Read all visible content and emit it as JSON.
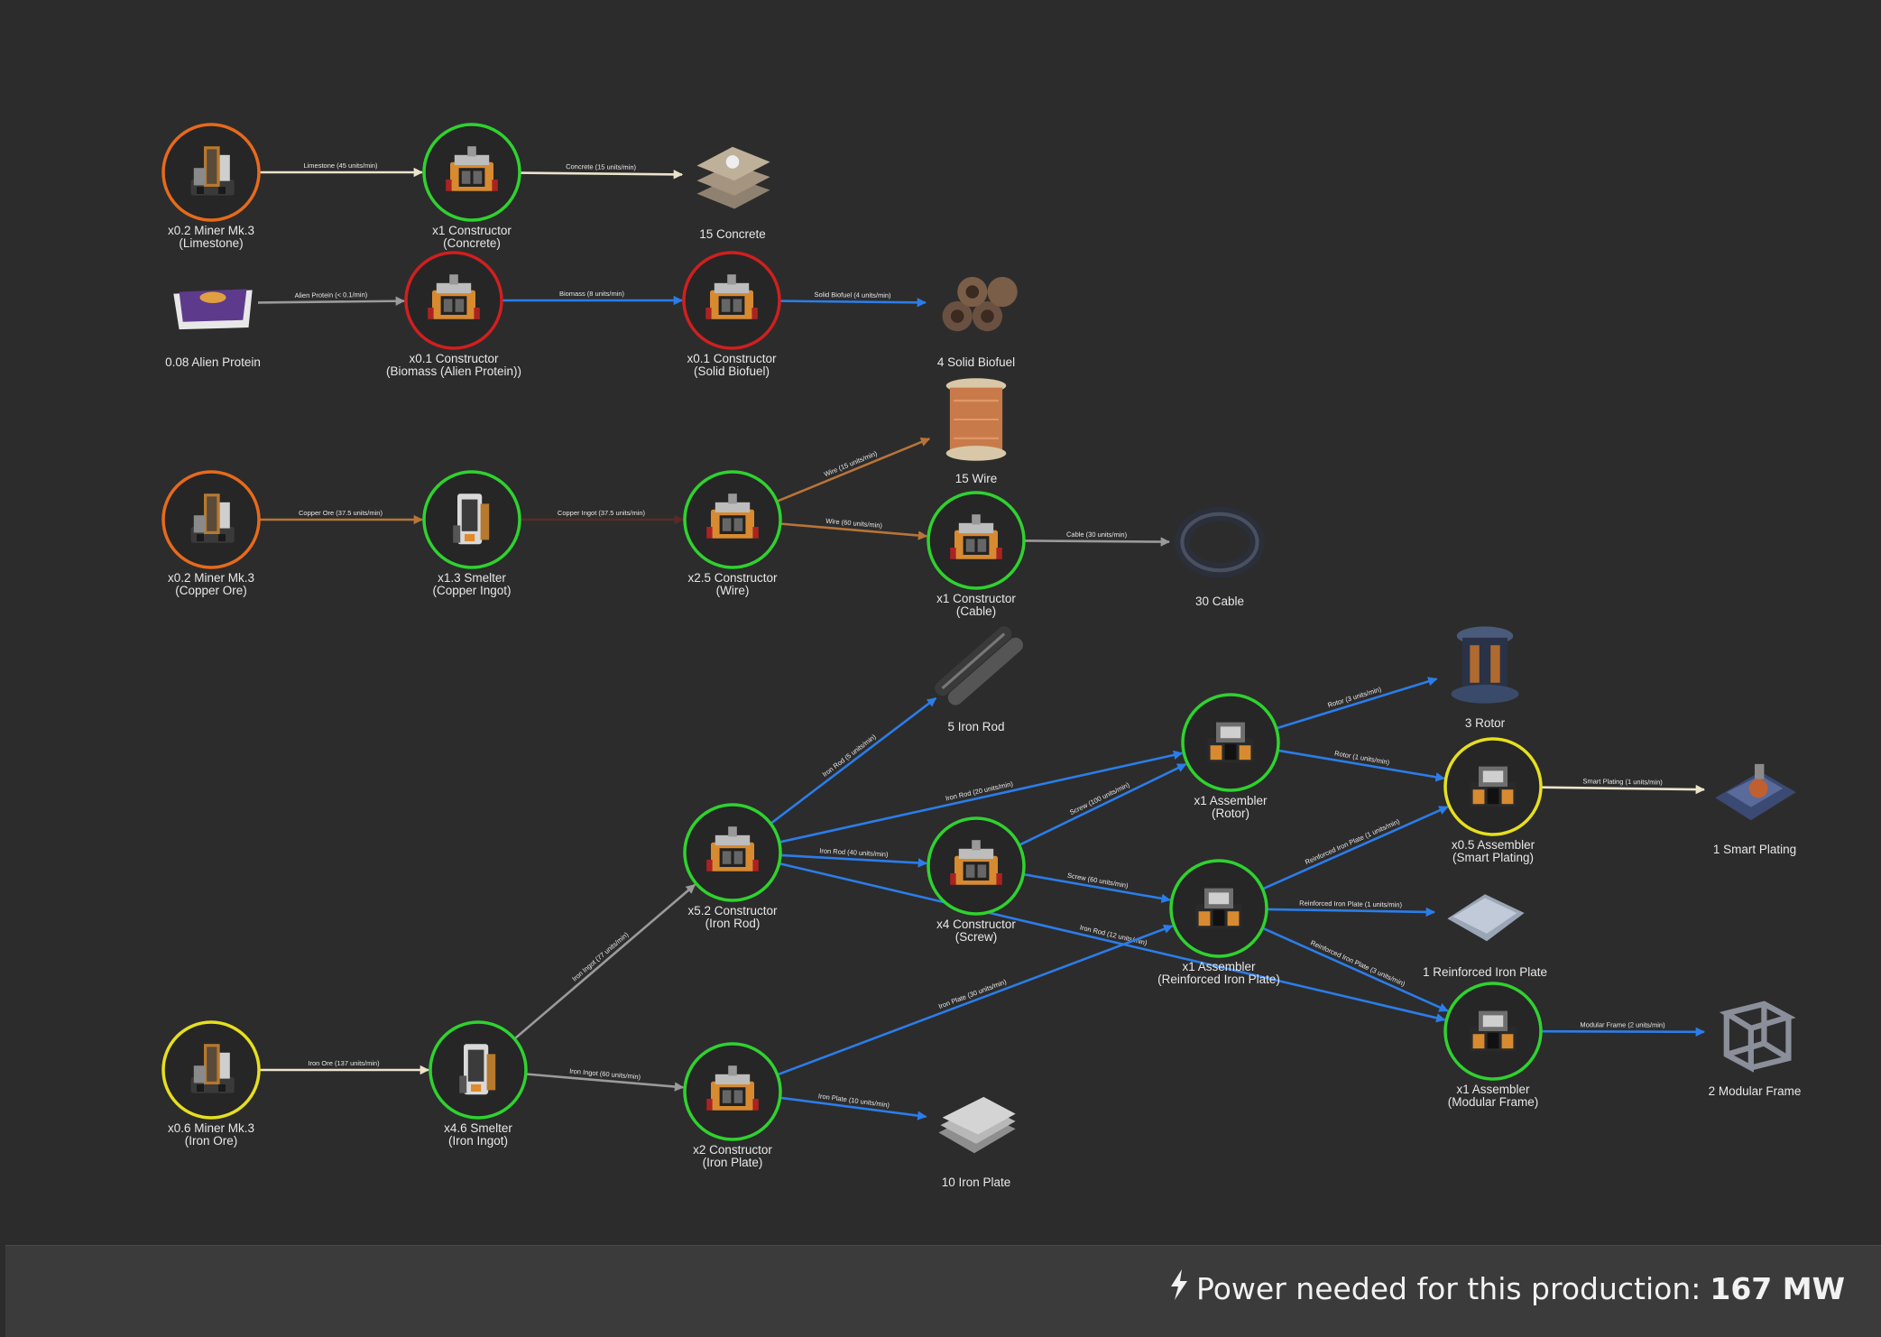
{
  "colors": {
    "green": "#2fd22f",
    "orange": "#e76a1c",
    "red": "#d01f1f",
    "yellow": "#e6df1e",
    "blue": "#2b7de9",
    "brown": "#b87438",
    "darkred": "#5e2a25",
    "gray": "#9a9a9a",
    "cream": "#ebe3cc"
  },
  "footer": {
    "label": "Power needed for this production:",
    "value": "167 MW",
    "icon": "lightning-bolt-icon"
  },
  "nodes": [
    {
      "id": "miner_lime",
      "type": "building",
      "ring": "orange",
      "icon": "miner-icon",
      "l1": "x0.2 Miner Mk.3",
      "l2": "(Limestone)"
    },
    {
      "id": "con_concrete",
      "type": "building",
      "ring": "green",
      "icon": "constructor-icon",
      "l1": "x1 Constructor",
      "l2": "(Concrete)"
    },
    {
      "id": "out_concrete",
      "type": "item",
      "icon": "concrete-icon",
      "l1": "15 Concrete"
    },
    {
      "id": "in_protein",
      "type": "item",
      "icon": "alien-protein-icon",
      "l1": "0.08 Alien Protein"
    },
    {
      "id": "con_biomass",
      "type": "building",
      "ring": "red",
      "icon": "constructor-icon",
      "l1": "x0.1 Constructor",
      "l2": "(Biomass (Alien Protein))"
    },
    {
      "id": "con_biofuel",
      "type": "building",
      "ring": "red",
      "icon": "constructor-icon",
      "l1": "x0.1 Constructor",
      "l2": "(Solid Biofuel)"
    },
    {
      "id": "out_biofuel",
      "type": "item",
      "icon": "solid-biofuel-icon",
      "l1": "4 Solid Biofuel"
    },
    {
      "id": "miner_copper",
      "type": "building",
      "ring": "orange",
      "icon": "miner-icon",
      "l1": "x0.2 Miner Mk.3",
      "l2": "(Copper Ore)"
    },
    {
      "id": "smelt_copper",
      "type": "building",
      "ring": "green",
      "icon": "smelter-icon",
      "l1": "x1.3 Smelter",
      "l2": "(Copper Ingot)"
    },
    {
      "id": "con_wire",
      "type": "building",
      "ring": "green",
      "icon": "constructor-icon",
      "l1": "x2.5 Constructor",
      "l2": "(Wire)"
    },
    {
      "id": "out_wire",
      "type": "item",
      "icon": "wire-spool-icon",
      "l1": "15 Wire"
    },
    {
      "id": "con_cable",
      "type": "building",
      "ring": "green",
      "icon": "constructor-icon",
      "l1": "x1 Constructor",
      "l2": "(Cable)"
    },
    {
      "id": "out_cable",
      "type": "item",
      "icon": "cable-coil-icon",
      "l1": "30 Cable"
    },
    {
      "id": "out_rod",
      "type": "item",
      "icon": "iron-rod-icon",
      "l1": "5 Iron Rod"
    },
    {
      "id": "out_rotor",
      "type": "item",
      "icon": "rotor-icon",
      "l1": "3 Rotor"
    },
    {
      "id": "asm_rotor",
      "type": "building",
      "ring": "green",
      "icon": "assembler-icon",
      "l1": "x1 Assembler",
      "l2": "(Rotor)"
    },
    {
      "id": "asm_smart",
      "type": "building",
      "ring": "yellow",
      "icon": "assembler-icon",
      "l1": "x0.5 Assembler",
      "l2": "(Smart Plating)"
    },
    {
      "id": "out_smart",
      "type": "item",
      "icon": "smart-plating-icon",
      "l1": "1 Smart Plating"
    },
    {
      "id": "con_rod",
      "type": "building",
      "ring": "green",
      "icon": "constructor-icon",
      "l1": "x5.2 Constructor",
      "l2": "(Iron Rod)"
    },
    {
      "id": "con_screw",
      "type": "building",
      "ring": "green",
      "icon": "constructor-icon",
      "l1": "x4 Constructor",
      "l2": "(Screw)"
    },
    {
      "id": "asm_rip",
      "type": "building",
      "ring": "green",
      "icon": "assembler-icon",
      "l1": "x1 Assembler",
      "l2": "(Reinforced Iron Plate)"
    },
    {
      "id": "out_rip",
      "type": "item",
      "icon": "reinforced-plate-icon",
      "l1": "1 Reinforced Iron Plate"
    },
    {
      "id": "asm_frame",
      "type": "building",
      "ring": "green",
      "icon": "assembler-icon",
      "l1": "x1 Assembler",
      "l2": "(Modular Frame)"
    },
    {
      "id": "out_frame",
      "type": "item",
      "icon": "modular-frame-icon",
      "l1": "2 Modular Frame"
    },
    {
      "id": "miner_iron",
      "type": "building",
      "ring": "yellow",
      "icon": "miner-icon",
      "l1": "x0.6 Miner Mk.3",
      "l2": "(Iron Ore)"
    },
    {
      "id": "smelt_iron",
      "type": "building",
      "ring": "green",
      "icon": "smelter-icon",
      "l1": "x4.6 Smelter",
      "l2": "(Iron Ingot)"
    },
    {
      "id": "con_plate",
      "type": "building",
      "ring": "green",
      "icon": "constructor-icon",
      "l1": "x2 Constructor",
      "l2": "(Iron Plate)"
    },
    {
      "id": "out_plate",
      "type": "item",
      "icon": "iron-plate-icon",
      "l1": "10 Iron Plate"
    }
  ],
  "edges": [
    {
      "from": "miner_lime",
      "to": "con_concrete",
      "label": "Limestone (45 units/min)",
      "color": "cream"
    },
    {
      "from": "con_concrete",
      "to": "out_concrete",
      "label": "Concrete (15 units/min)",
      "color": "cream"
    },
    {
      "from": "in_protein",
      "to": "con_biomass",
      "label": "Alien Protein (< 0.1/min)",
      "color": "gray"
    },
    {
      "from": "con_biomass",
      "to": "con_biofuel",
      "label": "Biomass (8 units/min)",
      "color": "blue"
    },
    {
      "from": "con_biofuel",
      "to": "out_biofuel",
      "label": "Solid Biofuel (4 units/min)",
      "color": "blue"
    },
    {
      "from": "miner_copper",
      "to": "smelt_copper",
      "label": "Copper Ore (37.5 units/min)",
      "color": "brown"
    },
    {
      "from": "smelt_copper",
      "to": "con_wire",
      "label": "Copper Ingot (37.5 units/min)",
      "color": "darkred"
    },
    {
      "from": "con_wire",
      "to": "out_wire",
      "label": "Wire (15 units/min)",
      "color": "brown"
    },
    {
      "from": "con_wire",
      "to": "con_cable",
      "label": "Wire (60 units/min)",
      "color": "brown"
    },
    {
      "from": "con_cable",
      "to": "out_cable",
      "label": "Cable (30 units/min)",
      "color": "gray"
    },
    {
      "from": "miner_iron",
      "to": "smelt_iron",
      "label": "Iron Ore (137 units/min)",
      "color": "cream"
    },
    {
      "from": "smelt_iron",
      "to": "con_rod",
      "label": "Iron Ingot (77 units/min)",
      "color": "gray"
    },
    {
      "from": "smelt_iron",
      "to": "con_plate",
      "label": "Iron Ingot (60 units/min)",
      "color": "gray"
    },
    {
      "from": "con_rod",
      "to": "out_rod",
      "label": "Iron Rod (5 units/min)",
      "color": "blue"
    },
    {
      "from": "con_rod",
      "to": "asm_rotor",
      "label": "Iron Rod (20 units/min)",
      "color": "blue"
    },
    {
      "from": "con_rod",
      "to": "con_screw",
      "label": "Iron Rod (40 units/min)",
      "color": "blue"
    },
    {
      "from": "con_rod",
      "to": "asm_frame",
      "label": "Iron Rod (12 units/min)",
      "color": "blue"
    },
    {
      "from": "con_screw",
      "to": "asm_rotor",
      "label": "Screw (100 units/min)",
      "color": "blue"
    },
    {
      "from": "con_screw",
      "to": "asm_rip",
      "label": "Screw (60 units/min)",
      "color": "blue"
    },
    {
      "from": "asm_rotor",
      "to": "out_rotor",
      "label": "Rotor (3 units/min)",
      "color": "blue"
    },
    {
      "from": "asm_rotor",
      "to": "asm_smart",
      "label": "Rotor (1 units/min)",
      "color": "blue"
    },
    {
      "from": "asm_smart",
      "to": "out_smart",
      "label": "Smart Plating (1 units/min)",
      "color": "cream"
    },
    {
      "from": "asm_rip",
      "to": "asm_smart",
      "label": "Reinforced Iron Plate (1 units/min)",
      "color": "blue"
    },
    {
      "from": "asm_rip",
      "to": "out_rip",
      "label": "Reinforced Iron Plate (1 units/min)",
      "color": "blue"
    },
    {
      "from": "asm_rip",
      "to": "asm_frame",
      "label": "Reinforced Iron Plate (3 units/min)",
      "color": "blue"
    },
    {
      "from": "asm_frame",
      "to": "out_frame",
      "label": "Modular Frame (2 units/min)",
      "color": "blue"
    },
    {
      "from": "con_plate",
      "to": "asm_rip",
      "label": "Iron Plate (30 units/min)",
      "color": "blue"
    },
    {
      "from": "con_plate",
      "to": "out_plate",
      "label": "Iron Plate (10 units/min)",
      "color": "blue"
    }
  ]
}
